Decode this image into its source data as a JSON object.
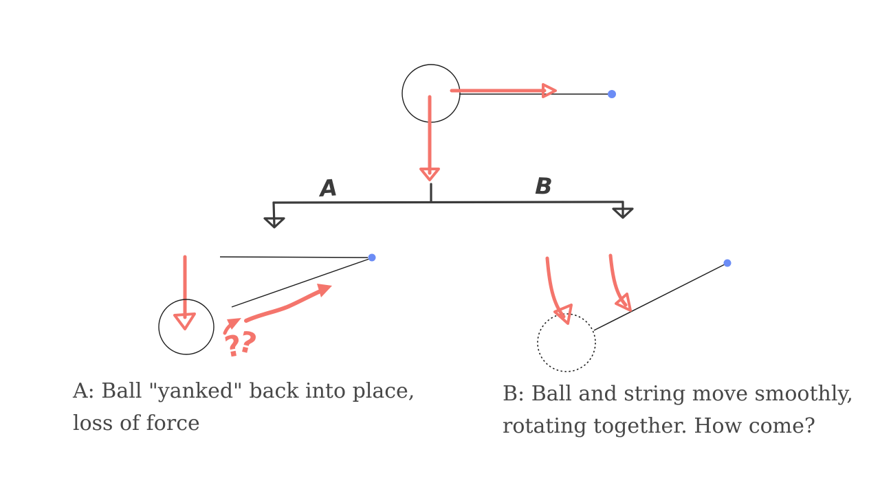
{
  "colors": {
    "background": "#ffffff",
    "arrow_red": "#f4756c",
    "pivot_dot_blue": "#6b8cf5",
    "line_ink": "#1e1e1e",
    "branch_ink": "#3b3b3b",
    "caption_text": "#474747"
  },
  "branch": {
    "label_a": "A",
    "label_b": "B"
  },
  "scenario_a": {
    "question_mark_1": "?",
    "question_mark_2": "?"
  },
  "captions": {
    "a": {
      "line1": "A: Ball \"yanked\" back into place,",
      "line2": "loss of force"
    },
    "b": {
      "line1": "B: Ball and string move smoothly,",
      "line2": "rotating together. How come?"
    }
  }
}
